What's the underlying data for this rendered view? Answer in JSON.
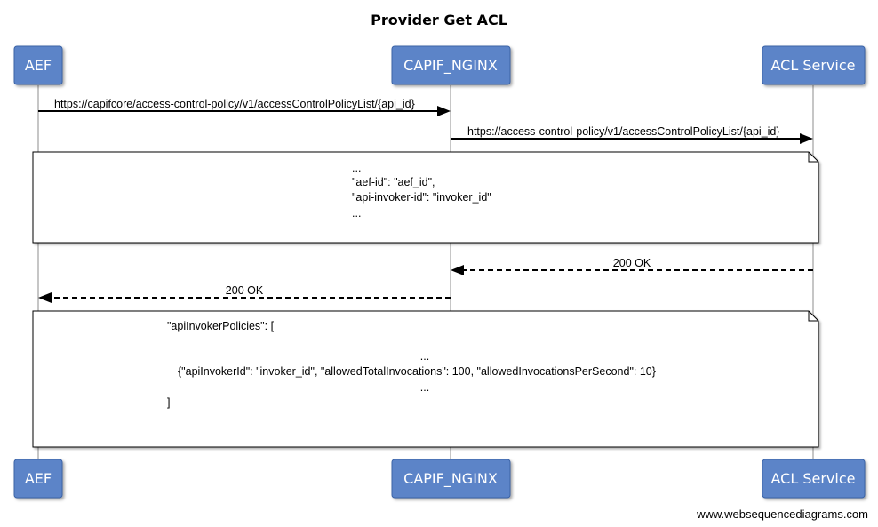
{
  "title": "Provider Get ACL",
  "participants": [
    {
      "id": "aef",
      "label": "AEF"
    },
    {
      "id": "nginx",
      "label": "CAPIF_NGINX"
    },
    {
      "id": "acl",
      "label": "ACL Service"
    }
  ],
  "messages": [
    {
      "from": "aef",
      "to": "nginx",
      "label": "https://capifcore/access-control-policy/v1/accessControlPolicyList/{api_id}",
      "style": "solid"
    },
    {
      "from": "nginx",
      "to": "acl",
      "label": "https://access-control-policy/v1/accessControlPolicyList/{api_id}",
      "style": "solid"
    },
    {
      "from": "acl",
      "to": "nginx",
      "label": "200 OK",
      "style": "dashed"
    },
    {
      "from": "nginx",
      "to": "aef",
      "label": "200 OK",
      "style": "dashed"
    }
  ],
  "notes": [
    {
      "lines": [
        "...",
        "\"aef-id\": \"aef_id\",",
        "\"api-invoker-id\": \"invoker_id\"",
        "..."
      ]
    },
    {
      "lines": [
        "\"apiInvokerPolicies\": [",
        "",
        "...",
        "{\"apiInvokerId\": \"invoker_id\", \"allowedTotalInvocations\": 100, \"allowedInvocationsPerSecond\": 10}",
        "...",
        "]"
      ]
    }
  ],
  "watermark": "www.websequencediagrams.com",
  "colors": {
    "actor_fill": "#5b84c8",
    "actor_border": "#3b63a6",
    "actor_text": "#ffffff",
    "lifeline": "#8c8c8c",
    "line": "#000000",
    "note_fill": "#ffffff"
  }
}
